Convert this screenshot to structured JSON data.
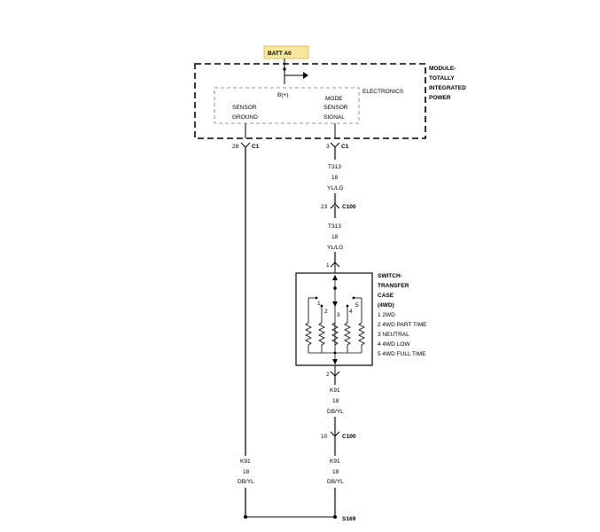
{
  "batt_label": "BATT A0",
  "module": {
    "name_lines": [
      "MODULE-",
      "TOTALLY",
      "INTEGRATED",
      "POWER"
    ],
    "electronics": "ELECTRONICS",
    "bplus": "B(+)",
    "sensor_ground": [
      "SENSOR",
      "GROUND"
    ],
    "mode_sensor_signal": [
      "MODE",
      "SENSOR",
      "SIGNAL"
    ]
  },
  "connectors": {
    "c1_left": {
      "pin": "28",
      "name": "C1"
    },
    "c1_right": {
      "pin": "3",
      "name": "C1"
    },
    "c100_upper": {
      "pin": "23",
      "name": "C100"
    },
    "switch_in": {
      "pin": "1"
    },
    "switch_out": {
      "pin": "2"
    },
    "c100_lower": {
      "pin": "10",
      "name": "C100"
    }
  },
  "wires": {
    "t313_a": {
      "circuit": "T313",
      "gauge": "18",
      "color": "YL/LG"
    },
    "t313_b": {
      "circuit": "T313",
      "gauge": "18",
      "color": "YL/LG"
    },
    "k91_a": {
      "circuit": "K91",
      "gauge": "18",
      "color": "DB/YL"
    },
    "k91_left": {
      "circuit": "K91",
      "gauge": "18",
      "color": "DB/YL"
    },
    "k91_right": {
      "circuit": "K91",
      "gauge": "18",
      "color": "DB/YL"
    }
  },
  "switch": {
    "title_lines": [
      "SWITCH-",
      "TRANSFER",
      "CASE",
      "(4WD)"
    ],
    "positions": [
      "1 2WD",
      "2 4WD PART TIME",
      "3 NEUTRAL",
      "4 4WD LOW",
      "5 4WD FULL TIME"
    ],
    "contact_labels": [
      "1",
      "2",
      "3",
      "4",
      "5"
    ]
  },
  "splice": "S169"
}
